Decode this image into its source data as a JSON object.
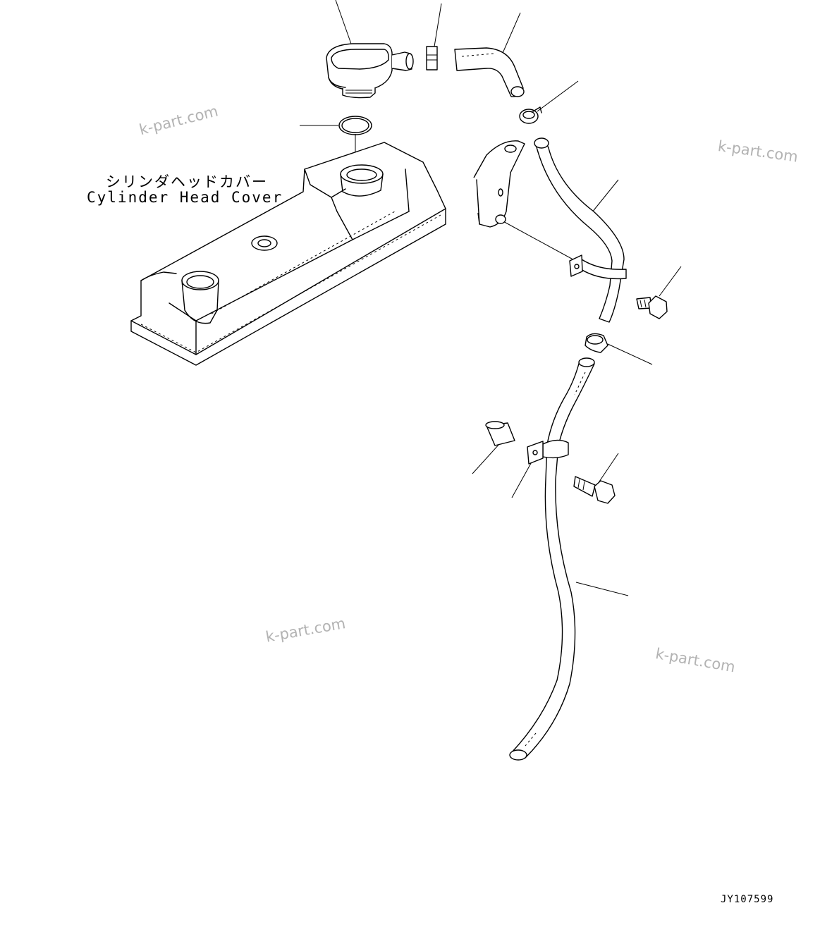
{
  "labels": {
    "cover_jp": "シリンダヘッドカバー",
    "cover_en": "Cylinder Head Cover"
  },
  "watermarks": [
    "k-part.com",
    "k-part.com",
    "k-part.com",
    "k-part.com"
  ],
  "drawing_code": "JY107599"
}
